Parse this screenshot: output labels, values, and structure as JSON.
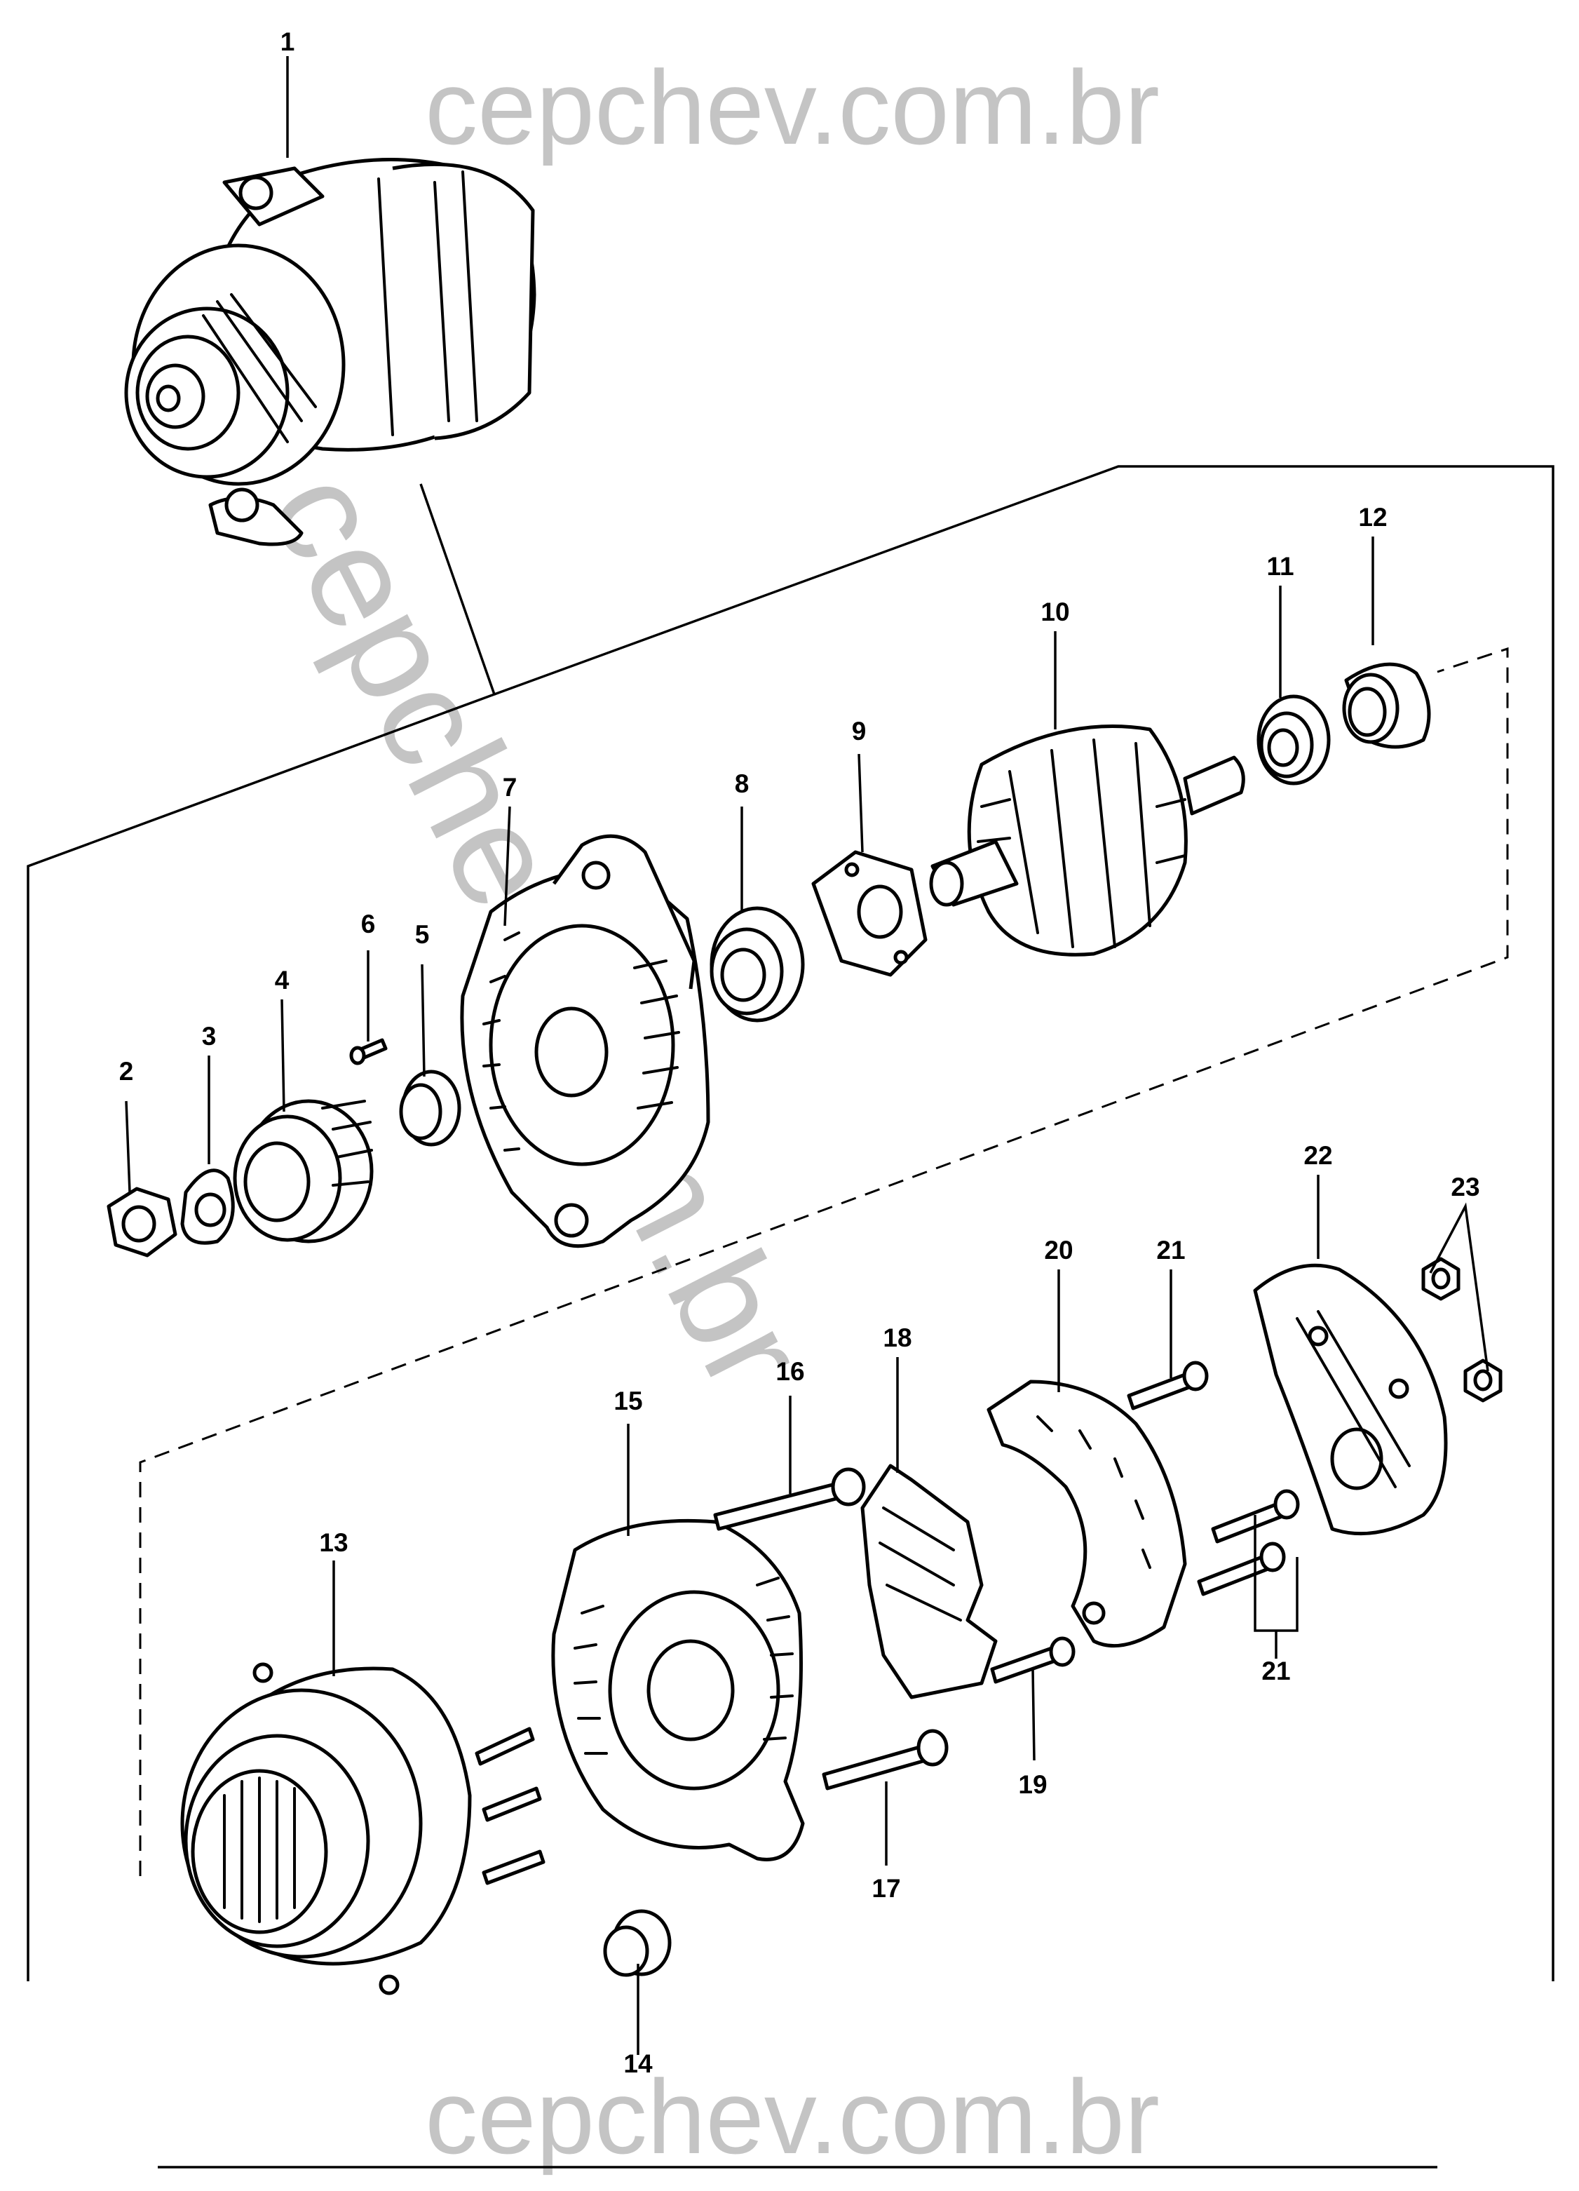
{
  "watermark": {
    "top": "cepchev.com.br",
    "diagonal": "cepchev.com.br",
    "bottom": "cepchev.com.br"
  },
  "callouts": [
    "1",
    "2",
    "3",
    "4",
    "5",
    "6",
    "7",
    "8",
    "9",
    "10",
    "11",
    "12",
    "13",
    "14",
    "15",
    "16",
    "17",
    "18",
    "19",
    "20",
    "21",
    "21",
    "22",
    "23"
  ]
}
